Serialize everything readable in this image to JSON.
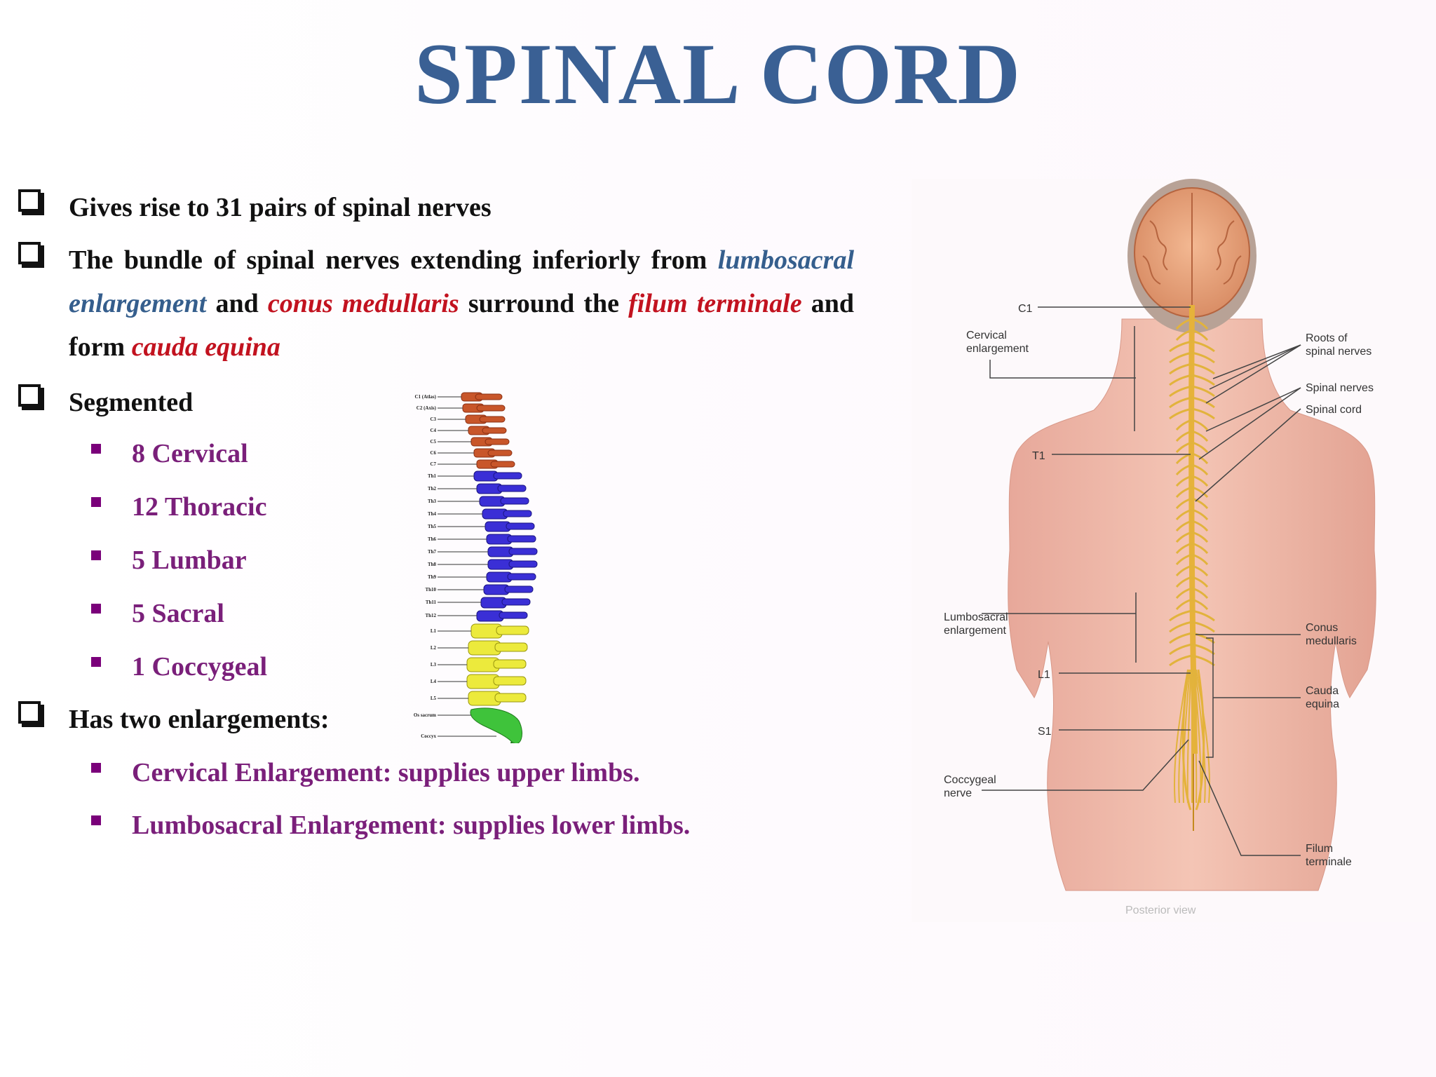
{
  "title": "SPINAL CORD",
  "bullets": {
    "b1": "Gives rise to 31 pairs of spinal nerves",
    "b2": {
      "t1": "The bundle of spinal nerves extending inferiorly from",
      "t2": "lumbosacral enlargement",
      "t3": "and",
      "t4": "conus medullaris",
      "t5": "surround the",
      "t6": "filum terminale",
      "t7": "and form",
      "t8": "cauda equina"
    },
    "b3": "Segmented",
    "segments": [
      "8 Cervical",
      "12 Thoracic",
      "5 Lumbar",
      "5 Sacral",
      "1 Coccygeal"
    ],
    "b4": "Has two enlargements:",
    "enlargements": [
      "Cervical Enlargement: supplies upper limbs.",
      "Lumbosacral Enlargement: supplies lower limbs."
    ]
  },
  "spine_labels": {
    "cervical": [
      "C1 (Atlas)",
      "C2 (Axis)",
      "C3",
      "C4",
      "C5",
      "C6",
      "C7"
    ],
    "thoracic": [
      "Th1",
      "Th2",
      "Th3",
      "Th4",
      "Th5",
      "Th6",
      "Th7",
      "Th8",
      "Th9",
      "Th10",
      "Th11",
      "Th12"
    ],
    "lumbar": [
      "L1",
      "L2",
      "L3",
      "L4",
      "L5"
    ],
    "sacrum": "Os sacrum",
    "coccyx": "Coccyx"
  },
  "anatomy_labels": {
    "c1": "C1",
    "t1": "T1",
    "l1": "L1",
    "s1": "S1",
    "cervical_enlargement": [
      "Cervical",
      "enlargement"
    ],
    "lumbosacral_enlargement": [
      "Lumbosacral",
      "enlargement"
    ],
    "coccygeal_nerve": [
      "Coccygeal",
      "nerve"
    ],
    "roots_of_spinal_nerves": [
      "Roots of",
      "spinal nerves"
    ],
    "spinal_nerves": "Spinal nerves",
    "spinal_cord": "Spinal cord",
    "conus_medullaris": [
      "Conus",
      "medullaris"
    ],
    "cauda_equina": [
      "Cauda",
      "equina"
    ],
    "filum_terminale": [
      "Filum",
      "terminale"
    ],
    "view": "Posterior view"
  },
  "colors": {
    "title": "#3a6094",
    "sub_bullet": "#7a1f7a",
    "blue_italic": "#355e8d",
    "red_italic": "#c2121f",
    "cervical": "#c8562a",
    "thoracic": "#3a2fd6",
    "lumbar": "#ecea3c",
    "sacrum": "#3fc33b"
  }
}
